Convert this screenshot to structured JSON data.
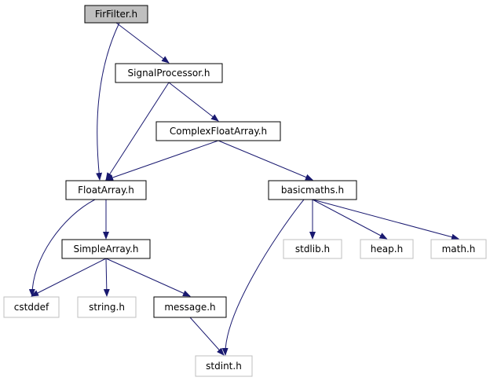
{
  "colors": {
    "edge": "#191970",
    "root_fill": "#bfbfbf",
    "node_border": "#000000",
    "external_border": "#bfbfbf",
    "external_text": "#000000",
    "background": "#ffffff"
  },
  "nodes": [
    {
      "id": "firfilter",
      "label": "FirFilter.h",
      "kind": "root"
    },
    {
      "id": "signalprocessor",
      "label": "SignalProcessor.h",
      "kind": "internal"
    },
    {
      "id": "complexfloatarray",
      "label": "ComplexFloatArray.h",
      "kind": "internal"
    },
    {
      "id": "floatarray",
      "label": "FloatArray.h",
      "kind": "internal"
    },
    {
      "id": "basicmaths",
      "label": "basicmaths.h",
      "kind": "internal"
    },
    {
      "id": "simplearray",
      "label": "SimpleArray.h",
      "kind": "internal"
    },
    {
      "id": "stdlib",
      "label": "stdlib.h",
      "kind": "external"
    },
    {
      "id": "heap",
      "label": "heap.h",
      "kind": "external"
    },
    {
      "id": "math",
      "label": "math.h",
      "kind": "external"
    },
    {
      "id": "cstddef",
      "label": "cstddef",
      "kind": "external"
    },
    {
      "id": "string",
      "label": "string.h",
      "kind": "external"
    },
    {
      "id": "message",
      "label": "message.h",
      "kind": "internal"
    },
    {
      "id": "stdint",
      "label": "stdint.h",
      "kind": "external"
    }
  ],
  "edges": [
    {
      "from": "firfilter",
      "to": "signalprocessor"
    },
    {
      "from": "firfilter",
      "to": "floatarray"
    },
    {
      "from": "signalprocessor",
      "to": "floatarray"
    },
    {
      "from": "signalprocessor",
      "to": "complexfloatarray"
    },
    {
      "from": "complexfloatarray",
      "to": "floatarray"
    },
    {
      "from": "complexfloatarray",
      "to": "basicmaths"
    },
    {
      "from": "floatarray",
      "to": "simplearray"
    },
    {
      "from": "floatarray",
      "to": "cstddef"
    },
    {
      "from": "simplearray",
      "to": "cstddef"
    },
    {
      "from": "simplearray",
      "to": "string"
    },
    {
      "from": "simplearray",
      "to": "message"
    },
    {
      "from": "message",
      "to": "stdint"
    },
    {
      "from": "basicmaths",
      "to": "stdlib"
    },
    {
      "from": "basicmaths",
      "to": "heap"
    },
    {
      "from": "basicmaths",
      "to": "math"
    },
    {
      "from": "basicmaths",
      "to": "stdint"
    }
  ]
}
